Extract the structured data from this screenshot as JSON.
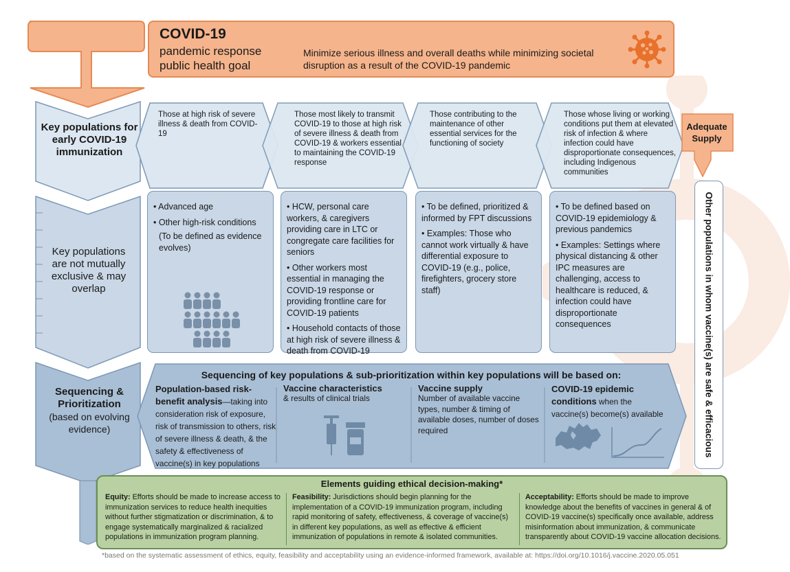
{
  "header": {
    "title": "COVID-19",
    "subtitle": "pandemic response public health goal",
    "goal": "Minimize serious illness and overall deaths while minimizing societal disruption as a result of the COVID-19 pandemic"
  },
  "left_column": {
    "key_pop_early": "Key populations for early COVID-19 immunization",
    "not_exclusive": "Key populations are not mutually exclusive & may overlap",
    "sequencing_title": "Sequencing & Prioritization",
    "sequencing_sub": "(based on evolving evidence)"
  },
  "groups": [
    {
      "hex": "Those at high risk of severe illness & death from COVID-19",
      "items": [
        "Advanced age",
        "Other high-risk conditions"
      ],
      "note": "(To be defined as evidence evolves)"
    },
    {
      "hex": "Those most likely to transmit COVID-19 to those at high risk of severe illness & death from COVID-19 & workers essential to maintaining the COVID-19 response",
      "items": [
        "HCW, personal care workers, & caregivers providing care in LTC or congregate care facilities for seniors",
        "Other workers most essential in managing the COVID-19 response or providing frontline care for COVID-19 patients",
        "Household contacts of those at high risk of severe illness & death from COVID-19"
      ]
    },
    {
      "hex": "Those contributing to the maintenance of other essential services for the functioning of society",
      "items": [
        "To be defined, prioritized & informed by FPT discussions",
        "Examples: Those who cannot work virtually & have differential exposure to COVID-19 (e.g., police, firefighters, grocery store staff)"
      ]
    },
    {
      "hex": "Those whose living or working conditions put them at elevated risk of infection & where infection could have disproportionate consequences, including Indigenous communities",
      "items": [
        "To be defined based on COVID-19 epidemiology & previous pandemics",
        "Examples: Settings where physical distancing & other IPC measures are challenging, access to healthcare is reduced, & infection could have disproportionate consequences"
      ]
    }
  ],
  "right_column": {
    "adequate_supply": "Adequate Supply",
    "other_populations": "Other populations in whom vaccine(s) are safe & efficacious"
  },
  "sequencing": {
    "title": "Sequencing of key populations & sub-prioritization within key populations will be based on:",
    "cols": [
      {
        "heading": "Population-based risk-benefit analysis",
        "text": "—taking into consideration risk of exposure, risk of transmission to others, risk of severe illness & death, & the safety & effectiveness of vaccine(s) in key populations"
      },
      {
        "heading": "Vaccine characteristics",
        "text": "& results of clinical trials"
      },
      {
        "heading": "Vaccine supply",
        "text": "Number of available vaccine types, number & timing of available doses, number of doses required"
      },
      {
        "heading": "COVID-19 epidemic conditions",
        "text": " when the vaccine(s) become(s) available"
      }
    ]
  },
  "ethics": {
    "title": "Elements guiding ethical decision-making*",
    "cols": [
      {
        "heading": "Equity:",
        "text": " Efforts should be made to increase access to immunization services to reduce health inequities without further stigmatization or discrimination, & to engage systematically marginalized & racialized populations in immunization program planning."
      },
      {
        "heading": "Feasibility:",
        "text": " Jurisdictions should begin planning for the implementation of a COVID-19 immunization program, including rapid monitoring of safety, effectiveness, & coverage of vaccine(s) in different key populations, as well as effective & efficient immunization of populations in remote & isolated communities."
      },
      {
        "heading": "Acceptability:",
        "text": " Efforts should be made to improve knowledge about the benefits of vaccines in general & of COVID-19 vaccine(s) specifically once available, address misinformation about immunization, & communicate transparently about COVID-19 vaccine allocation decisions."
      }
    ]
  },
  "footnote": "*based on the systematic assessment of ethics, equity, feasibility and acceptability using an evidence-informed framework, available at: https://doi.org/10.1016/j.vaccine.2020.05.051",
  "colors": {
    "orange": "#f5b48c",
    "orange_border": "#e58a55",
    "blue_light": "#dce7f1",
    "blue_card": "#c9d7e6",
    "blue_dark": "#a9bfd5",
    "green": "#b9d1a2"
  },
  "icons": [
    "virus-icon",
    "people-icon",
    "syringe-icon",
    "vial-icon",
    "canada-map-icon",
    "epi-curve-icon"
  ]
}
